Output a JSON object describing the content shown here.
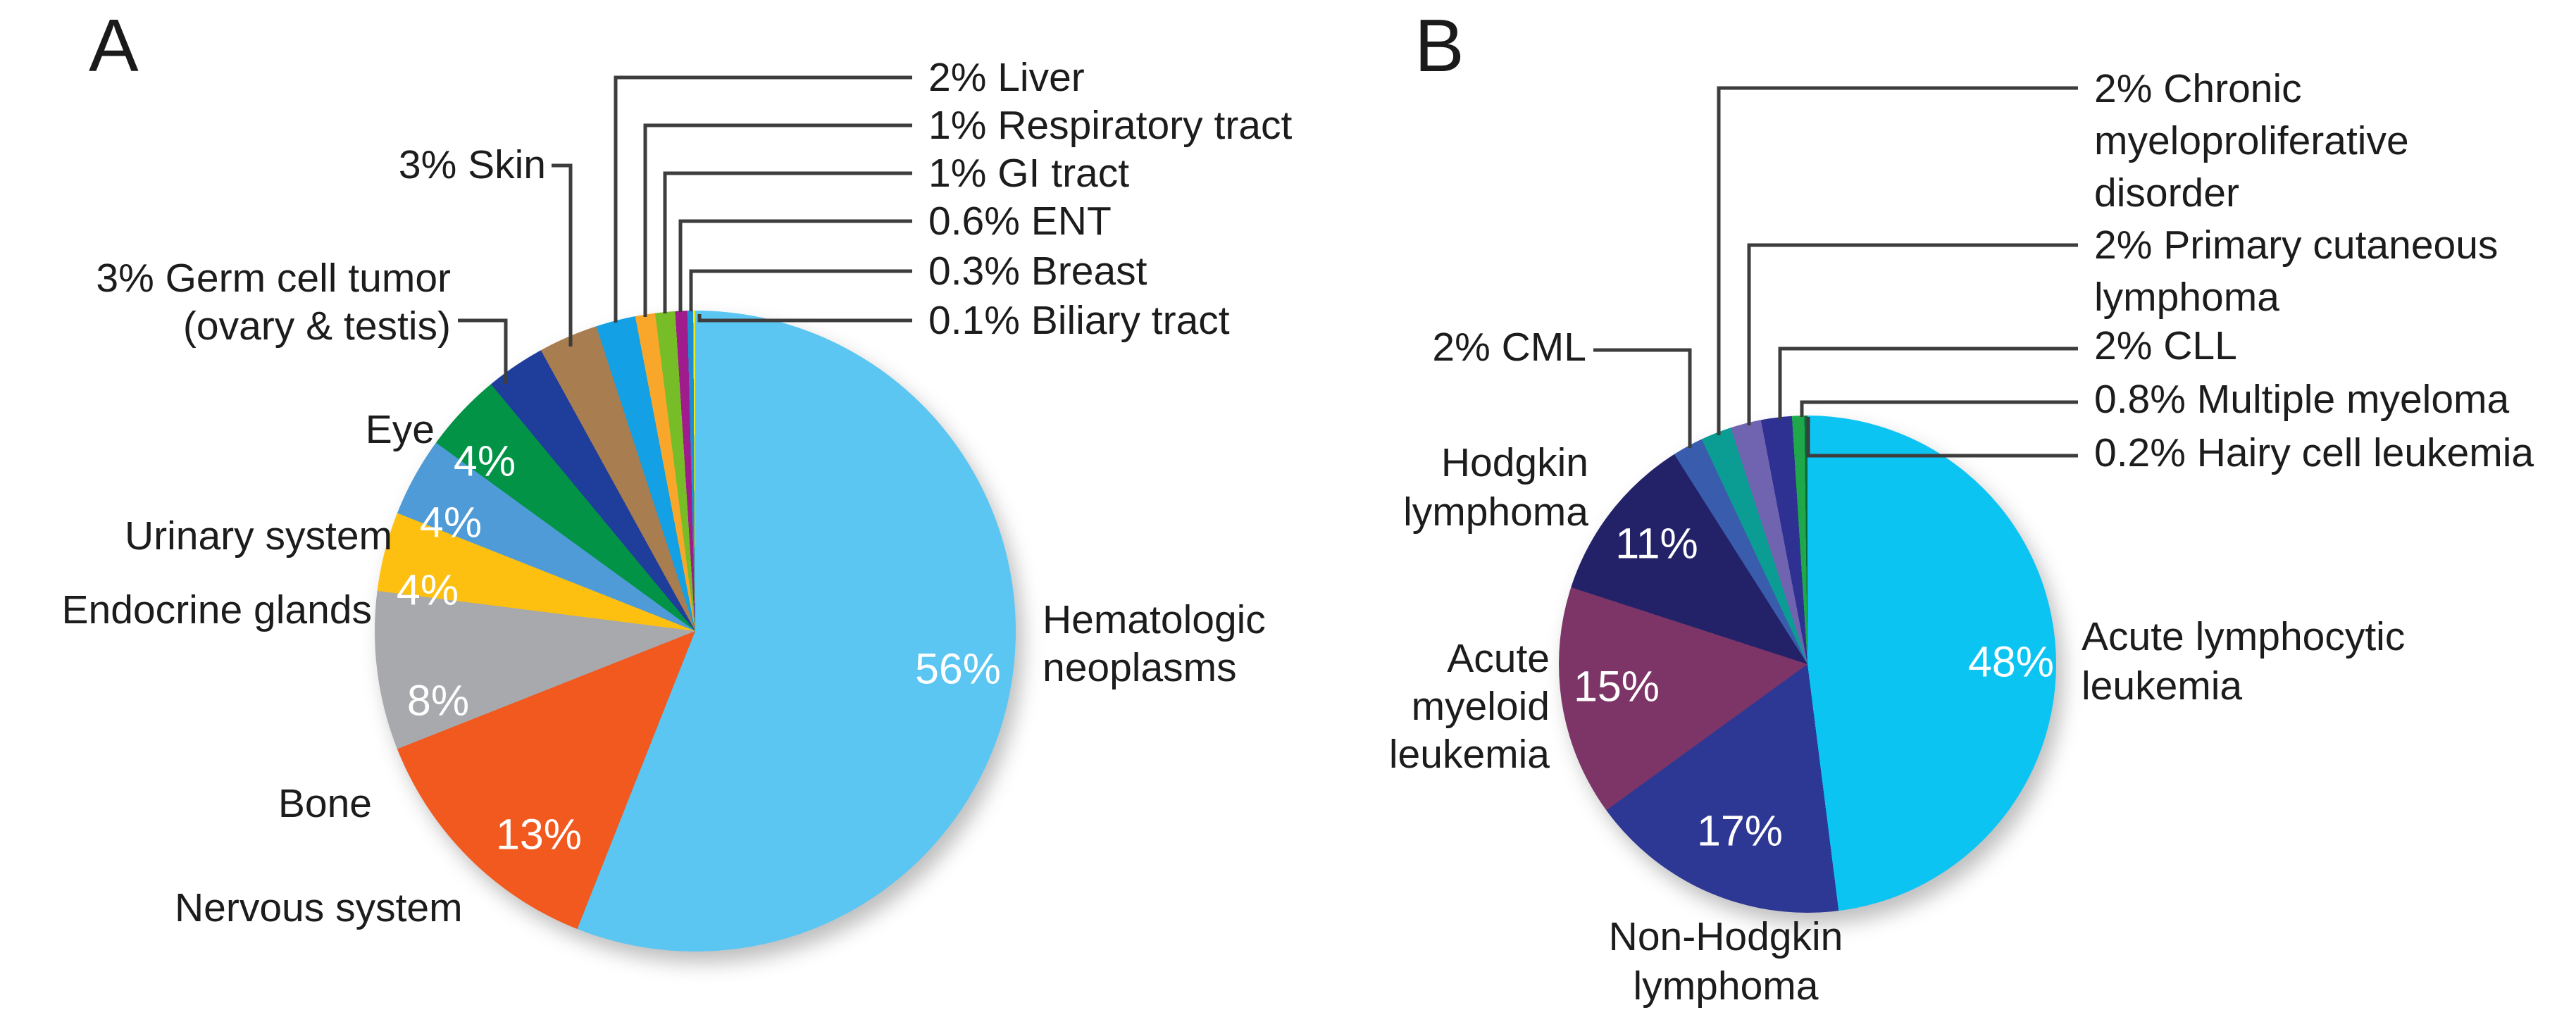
{
  "figure_type": "two-panel pie chart figure",
  "panels": {
    "a_letter": "A",
    "b_letter": "B"
  },
  "chart_data": [
    {
      "type": "pie",
      "panel_letter": "A",
      "direction": "clockwise",
      "start_angle_deg": 0,
      "slices": [
        {
          "id": "hematologic",
          "label": "Hematologic neoplasms",
          "pct": 56,
          "color": "#5bc6f2",
          "inner": "56%",
          "callout": "Hematologic\nneoplasms"
        },
        {
          "id": "nervous",
          "label": "Nervous system",
          "pct": 13,
          "color": "#f1591f",
          "inner": "13%",
          "callout": "Nervous system"
        },
        {
          "id": "bone",
          "label": "Bone",
          "pct": 8,
          "color": "#a7a9ac",
          "inner": "8%",
          "callout": "Bone"
        },
        {
          "id": "endocrine",
          "label": "Endocrine glands",
          "pct": 4,
          "color": "#fdc010",
          "inner": "4%",
          "callout": "Endocrine glands"
        },
        {
          "id": "urinary",
          "label": "Urinary system",
          "pct": 4,
          "color": "#4f9bd7",
          "inner": "4%",
          "callout": "Urinary system"
        },
        {
          "id": "eye",
          "label": "Eye",
          "pct": 4,
          "color": "#029347",
          "inner": "4%",
          "callout": "Eye"
        },
        {
          "id": "germ",
          "label": "Germ cell tumor (ovary & testis)",
          "pct": 3,
          "color": "#1f3d9b",
          "inner": null,
          "callout": "3% Germ cell tumor\n(ovary & testis)"
        },
        {
          "id": "skin",
          "label": "Skin",
          "pct": 3,
          "color": "#a87d50",
          "inner": null,
          "callout": "3% Skin"
        },
        {
          "id": "liver",
          "label": "Liver",
          "pct": 2,
          "color": "#14a0e4",
          "inner": null,
          "callout": "2% Liver"
        },
        {
          "id": "respiratory",
          "label": "Respiratory tract",
          "pct": 1,
          "color": "#f9a72b",
          "inner": null,
          "callout": "1% Respiratory tract"
        },
        {
          "id": "gi",
          "label": "GI tract",
          "pct": 1,
          "color": "#77bd28",
          "inner": null,
          "callout": "1% GI tract"
        },
        {
          "id": "ent",
          "label": "ENT",
          "pct": 0.6,
          "color": "#a01b8c",
          "inner": null,
          "callout": "0.6% ENT"
        },
        {
          "id": "breast",
          "label": "Breast",
          "pct": 0.3,
          "color": "#1b8fd1",
          "inner": null,
          "callout": "0.3% Breast"
        },
        {
          "id": "biliary",
          "label": "Biliary tract",
          "pct": 0.1,
          "color": "#f3ec13",
          "inner": null,
          "callout": "0.1% Biliary tract"
        }
      ]
    },
    {
      "type": "pie",
      "panel_letter": "B",
      "direction": "clockwise",
      "start_angle_deg": 0,
      "slices": [
        {
          "id": "all",
          "label": "Acute lymphocytic leukemia",
          "pct": 48,
          "color": "#0cc4f2",
          "inner": "48%",
          "callout": "Acute lymphocytic\nleukemia"
        },
        {
          "id": "nhl",
          "label": "Non-Hodgkin lymphoma",
          "pct": 17,
          "color": "#2d3794",
          "inner": "17%",
          "callout": "Non-Hodgkin\nlymphoma"
        },
        {
          "id": "aml",
          "label": "Acute myeloid leukemia",
          "pct": 15,
          "color": "#7c3566",
          "inner": "15%",
          "callout": "Acute\nmyeloid\nleukemia"
        },
        {
          "id": "hodgkin",
          "label": "Hodgkin lymphoma",
          "pct": 11,
          "color": "#232269",
          "inner": "11%",
          "callout": "Hodgkin\nlymphoma"
        },
        {
          "id": "cml",
          "label": "CML",
          "pct": 2,
          "color": "#3a5cad",
          "inner": null,
          "callout": "2% CML"
        },
        {
          "id": "chronic",
          "label": "Chronic myeloproliferative disorder",
          "pct": 2,
          "color": "#0b9d93",
          "inner": null,
          "callout": "2% Chronic\nmyeloproliferative\ndisorder"
        },
        {
          "id": "primary",
          "label": "Primary cutaneous lymphoma",
          "pct": 2,
          "color": "#7063b0",
          "inner": null,
          "callout": "2% Primary cutaneous\nlymphoma"
        },
        {
          "id": "cll",
          "label": "CLL",
          "pct": 2,
          "color": "#2e3192",
          "inner": null,
          "callout": "2% CLL"
        },
        {
          "id": "mm",
          "label": "Multiple myeloma",
          "pct": 0.8,
          "color": "#1ea84a",
          "inner": null,
          "callout": "0.8% Multiple myeloma"
        },
        {
          "id": "hairy",
          "label": "Hairy cell leukemia",
          "pct": 0.2,
          "color": "#076b3b",
          "inner": null,
          "callout": "0.2% Hairy cell leukemia"
        }
      ]
    }
  ]
}
